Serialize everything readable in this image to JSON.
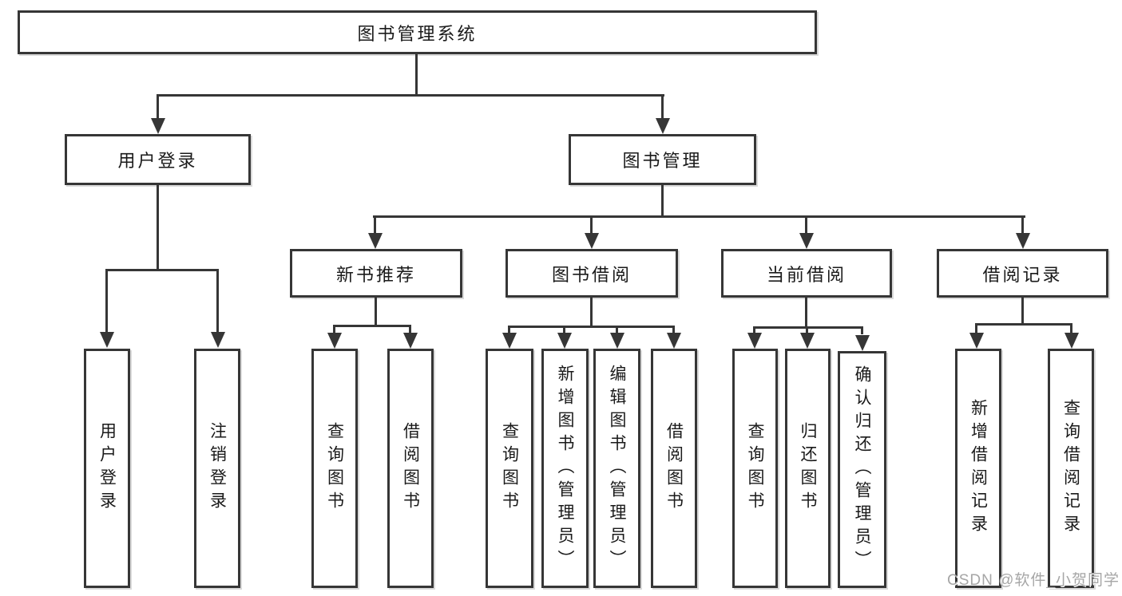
{
  "watermark": "CSDN @软件_小贺同学",
  "colors": {
    "line": "#363636",
    "box_border": "#363636",
    "text": "#1a1a1a",
    "watermark": "#a6a6a6",
    "background": "#ffffff"
  },
  "tree": {
    "label": "图书管理系统",
    "children": [
      {
        "label": "用户登录",
        "children": [
          {
            "label": "用户登录"
          },
          {
            "label": "注销登录"
          }
        ]
      },
      {
        "label": "图书管理",
        "children": [
          {
            "label": "新书推荐",
            "children": [
              {
                "label": "查询图书"
              },
              {
                "label": "借阅图书"
              }
            ]
          },
          {
            "label": "图书借阅",
            "children": [
              {
                "label": "查询图书"
              },
              {
                "label": "新增图书（管理员）"
              },
              {
                "label": "编辑图书（管理员）"
              },
              {
                "label": "借阅图书"
              }
            ]
          },
          {
            "label": "当前借阅",
            "children": [
              {
                "label": "查询图书"
              },
              {
                "label": "归还图书"
              },
              {
                "label": "确认归还（管理员）"
              }
            ]
          },
          {
            "label": "借阅记录",
            "children": [
              {
                "label": "新增借阅记录"
              },
              {
                "label": "查询借阅记录"
              }
            ]
          }
        ]
      }
    ]
  }
}
